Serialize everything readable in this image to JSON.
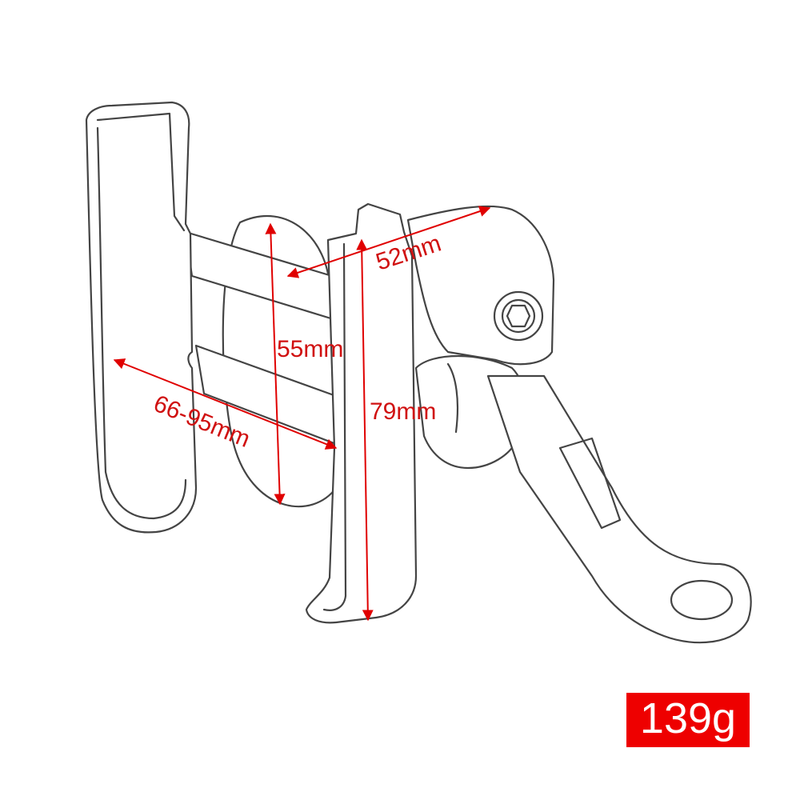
{
  "dimensions": {
    "width_top": "52mm",
    "clamp_height": "55mm",
    "grip_range": "66-95mm",
    "arm_length": "79mm"
  },
  "weight": "139g",
  "colors": {
    "arrow": "#e00000",
    "label": "#d01010",
    "badge": "#ee0000",
    "sketch": "#444444"
  }
}
